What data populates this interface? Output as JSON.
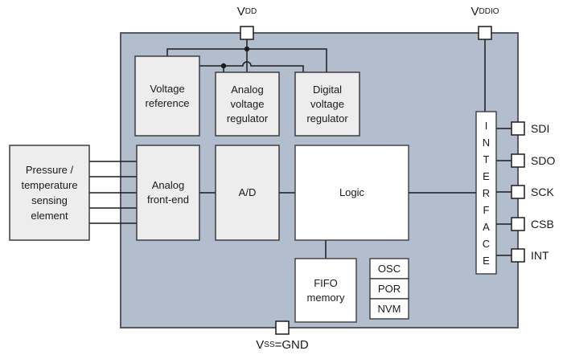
{
  "diagram": {
    "title": "pressure-sensor-ic-block-diagram",
    "colors": {
      "chip_fill": "#b2bdce",
      "chip_border": "#565a60",
      "block_gray": "#ededed",
      "block_border": "#3d3d3d",
      "wire": "#1c1c1c",
      "text": "#1a1a1a",
      "background": "#ffffff"
    }
  },
  "blocks": {
    "sensing_element": {
      "lines": [
        "Pressure /",
        "temperature",
        "sensing",
        "element"
      ]
    },
    "voltage_reference": {
      "lines": [
        "Voltage",
        "reference"
      ]
    },
    "analog_voltage_regulator": {
      "lines": [
        "Analog",
        "voltage",
        "regulator"
      ]
    },
    "digital_voltage_regulator": {
      "lines": [
        "Digital",
        "voltage",
        "regulator"
      ]
    },
    "analog_front_end": {
      "lines": [
        "Analog",
        "front-end"
      ]
    },
    "adc": {
      "label": "A/D"
    },
    "logic": {
      "label": "Logic"
    },
    "fifo": {
      "lines": [
        "FIFO",
        "memory"
      ]
    },
    "osc": {
      "label": "OSC"
    },
    "por": {
      "label": "POR"
    },
    "nvm": {
      "label": "NVM"
    },
    "interface": {
      "letters": [
        "I",
        "N",
        "T",
        "E",
        "R",
        "F",
        "A",
        "C",
        "E"
      ]
    }
  },
  "pins": {
    "vdd": {
      "base": "V",
      "sub": "DD"
    },
    "vddio": {
      "base": "V",
      "sub": "DDIO"
    },
    "vss": {
      "base": "V",
      "sub": "SS",
      "suffix": "=GND"
    },
    "sdi": {
      "label": "SDI"
    },
    "sdo": {
      "label": "SDO"
    },
    "sck": {
      "label": "SCK"
    },
    "csb": {
      "label": "CSB"
    },
    "int": {
      "label": "INT"
    }
  }
}
